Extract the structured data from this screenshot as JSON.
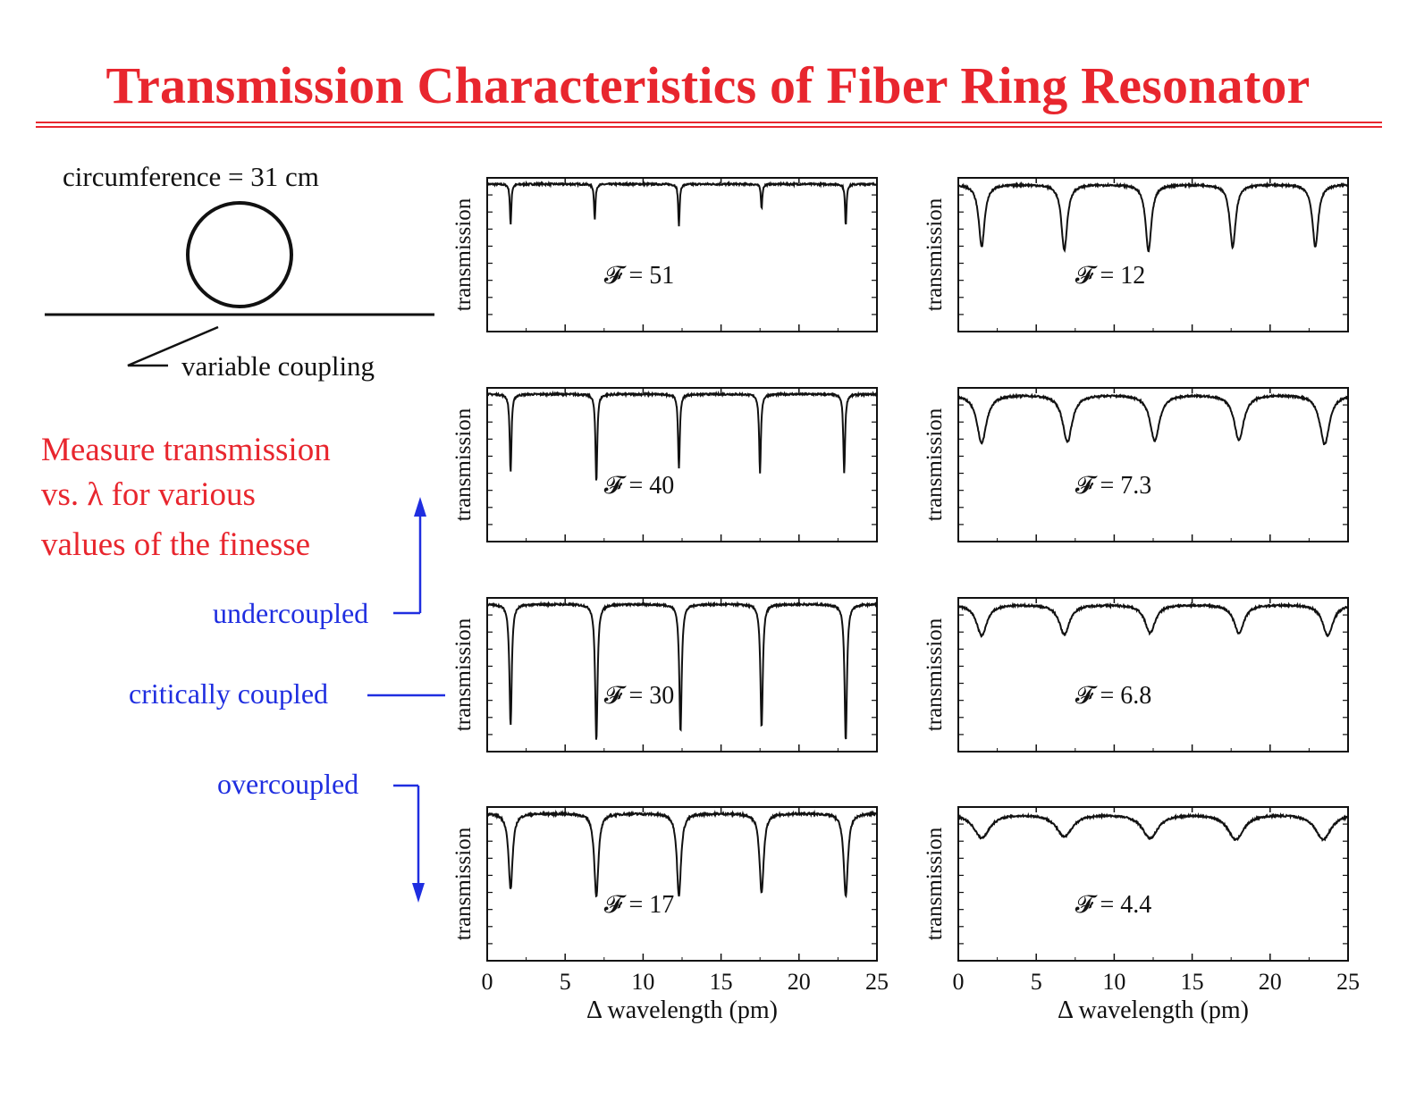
{
  "title": "Transmission Characteristics of Fiber Ring Resonator",
  "diagram": {
    "circumference_label": "circumference = 31 cm",
    "coupling_label": "variable coupling"
  },
  "description_lines": [
    "Measure transmission",
    "vs. λ for various",
    "values of the finesse"
  ],
  "coupling_regimes": {
    "undercoupled": "undercoupled",
    "critically": "critically coupled",
    "overcoupled": "overcoupled"
  },
  "colors": {
    "title": "#e8262e",
    "regime": "#1f2ee0",
    "trace": "#111111"
  },
  "chart_data": [
    {
      "type": "line",
      "ylabel": "transmission",
      "finesse_label": "𝓕 = 51",
      "finesse": 51,
      "xlim": [
        0,
        25
      ],
      "dip_positions": [
        1.5,
        6.9,
        12.3,
        17.6,
        23.0
      ],
      "dip_depths": [
        0.29,
        0.25,
        0.3,
        0.17,
        0.3
      ],
      "annotation_x": 7.5,
      "noise": 0.006
    },
    {
      "type": "line",
      "ylabel": "transmission",
      "finesse_label": "𝓕 = 40",
      "finesse": 40,
      "xlim": [
        0,
        25
      ],
      "dip_positions": [
        1.5,
        7.0,
        12.3,
        17.5,
        22.9
      ],
      "dip_depths": [
        0.55,
        0.62,
        0.52,
        0.55,
        0.55
      ],
      "annotation_x": 7.5,
      "noise": 0.006
    },
    {
      "type": "line",
      "ylabel": "transmission",
      "finesse_label": "𝓕 = 30",
      "finesse": 30,
      "xlim": [
        0,
        25
      ],
      "dip_positions": [
        1.5,
        7.0,
        12.4,
        17.6,
        23.0
      ],
      "dip_depths": [
        0.85,
        0.96,
        0.9,
        0.87,
        0.96
      ],
      "annotation_x": 7.5,
      "noise": 0.006
    },
    {
      "type": "line",
      "ylabel": "transmission",
      "finesse_label": "𝓕 = 17",
      "finesse": 17,
      "xlim": [
        0,
        25
      ],
      "dip_positions": [
        1.5,
        7.0,
        12.3,
        17.6,
        23.0
      ],
      "dip_depths": [
        0.53,
        0.58,
        0.58,
        0.56,
        0.58
      ],
      "annotation_x": 7.5,
      "noise": 0.007
    },
    {
      "type": "line",
      "ylabel": "transmission",
      "finesse_label": "𝓕 = 12",
      "finesse": 12,
      "xlim": [
        0,
        25
      ],
      "dip_positions": [
        1.5,
        6.8,
        12.2,
        17.6,
        22.9
      ],
      "dip_depths": [
        0.44,
        0.46,
        0.47,
        0.44,
        0.44
      ],
      "annotation_x": 7.5,
      "noise": 0.006
    },
    {
      "type": "line",
      "ylabel": "transmission",
      "finesse_label": "𝓕 = 7.3",
      "finesse": 7.3,
      "xlim": [
        0,
        25
      ],
      "dip_positions": [
        1.5,
        7.0,
        12.6,
        18.0,
        23.5
      ],
      "dip_depths": [
        0.34,
        0.33,
        0.32,
        0.32,
        0.35
      ],
      "annotation_x": 7.5,
      "noise": 0.006
    },
    {
      "type": "line",
      "ylabel": "transmission",
      "finesse_label": "𝓕 = 6.8",
      "finesse": 6.8,
      "xlim": [
        0,
        25
      ],
      "dip_positions": [
        1.5,
        6.8,
        12.3,
        18.0,
        23.7
      ],
      "dip_depths": [
        0.22,
        0.21,
        0.2,
        0.2,
        0.22
      ],
      "annotation_x": 7.5,
      "noise": 0.006
    },
    {
      "type": "line",
      "ylabel": "transmission",
      "finesse_label": "𝓕 = 4.4",
      "finesse": 4.4,
      "xlim": [
        0,
        25
      ],
      "dip_positions": [
        1.5,
        6.8,
        12.3,
        17.8,
        23.4
      ],
      "dip_depths": [
        0.17,
        0.16,
        0.17,
        0.18,
        0.18
      ],
      "annotation_x": 7.5,
      "noise": 0.006
    }
  ],
  "x_axis": {
    "label": "Δ wavelength (pm)",
    "ticks": [
      0,
      5,
      10,
      15,
      20,
      25
    ]
  }
}
